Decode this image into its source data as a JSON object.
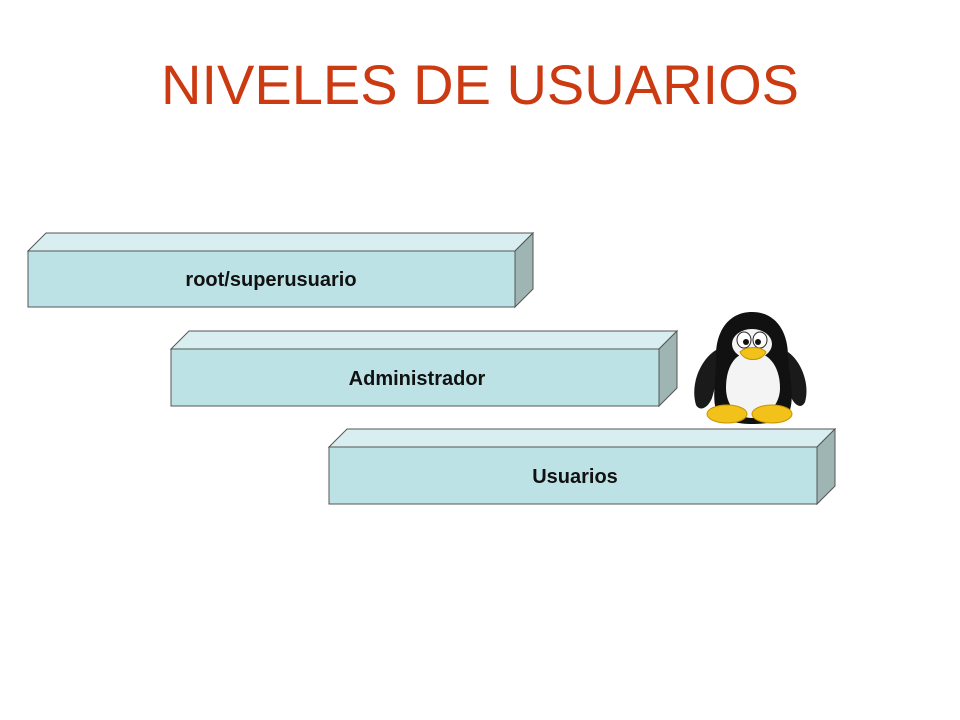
{
  "slide": {
    "title": "NIVELES DE USUARIOS"
  },
  "levels": [
    {
      "label": "root/superusuario"
    },
    {
      "label": "Administrador"
    },
    {
      "label": "Usuarios"
    }
  ],
  "mascot": {
    "icon": "tux-penguin-icon"
  },
  "colors": {
    "title": "#cc3a12",
    "bar_front": "#bde2e6",
    "bar_top": "#d8eef0",
    "bar_side": "#9fb5b4",
    "outline": "#555555"
  }
}
